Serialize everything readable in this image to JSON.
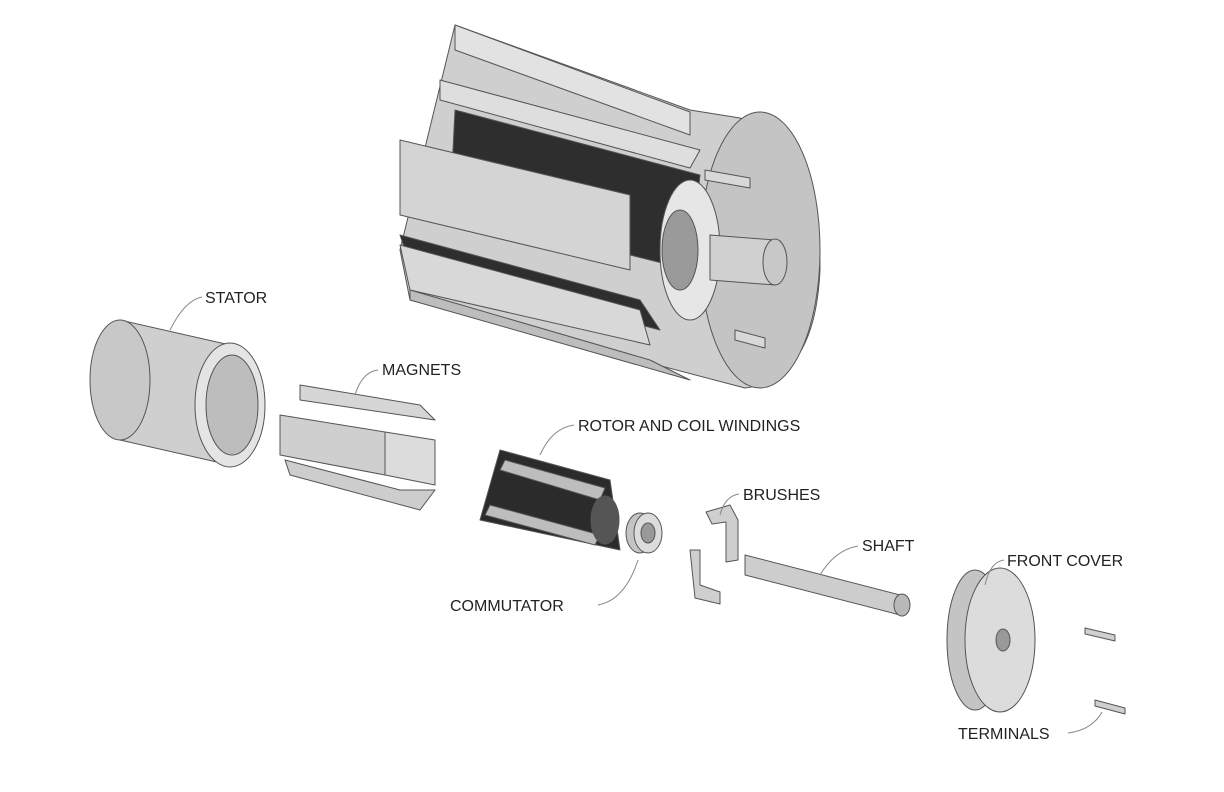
{
  "labels": {
    "stator": "STATOR",
    "magnets": "MAGNETS",
    "rotor": "ROTOR AND COIL WINDINGS",
    "brushes": "BRUSHES",
    "shaft": "SHAFT",
    "front_cover": "FRONT COVER",
    "commutator": "COMMUTATOR",
    "terminals": "TERMINALS"
  },
  "colors": {
    "light": "#d9d9d9",
    "mid": "#bdbdbd",
    "dark": "#8c8c8c",
    "coil": "#2b2b2b"
  }
}
